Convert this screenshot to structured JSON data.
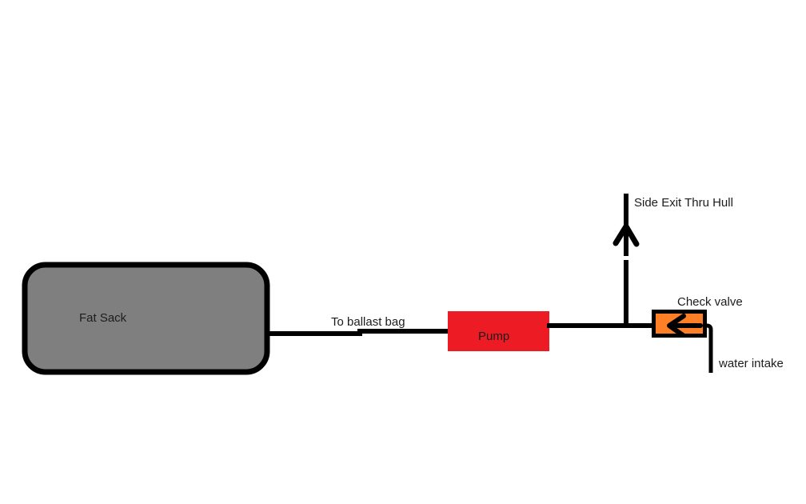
{
  "diagram": {
    "type": "hand-drawn flow diagram (paint style) of a boat ballast system",
    "labels": {
      "fat_sack": "Fat Sack",
      "to_ballast_bag": "To ballast bag",
      "pump": "Pump",
      "side_exit": "Side Exit Thru Hull",
      "check_valve": "Check valve",
      "water_intake": "water intake"
    },
    "colors": {
      "canvas_bg": "#FFFFFF",
      "tank_fill": "#7F7F7F",
      "pump_fill": "#ED1C24",
      "valve_fill": "#FF7F27",
      "line": "#000000"
    },
    "nodes": [
      {
        "id": "fat-sack",
        "label": "Fat Sack",
        "shape": "rounded-rect",
        "fill": "#7F7F7F"
      },
      {
        "id": "pump",
        "label": "Pump",
        "shape": "rect",
        "fill": "#ED1C24"
      },
      {
        "id": "check-valve",
        "label": "Check valve",
        "shape": "bordered-rect-with-left-arrow",
        "fill": "#FF7F27"
      },
      {
        "id": "side-exit",
        "label": "Side Exit Thru Hull",
        "shape": "vertical-line-with-up-arrow"
      },
      {
        "id": "water-intake",
        "label": "water intake",
        "shape": "line-turning-down"
      }
    ],
    "edges": [
      {
        "from": "pump",
        "to": "fat-sack",
        "label": "To ballast bag"
      },
      {
        "from": "check-valve",
        "to": "pump",
        "label": ""
      },
      {
        "from": "water-intake",
        "to": "check-valve",
        "label": ""
      },
      {
        "from": "pump",
        "to": "side-exit",
        "label": ""
      }
    ]
  }
}
